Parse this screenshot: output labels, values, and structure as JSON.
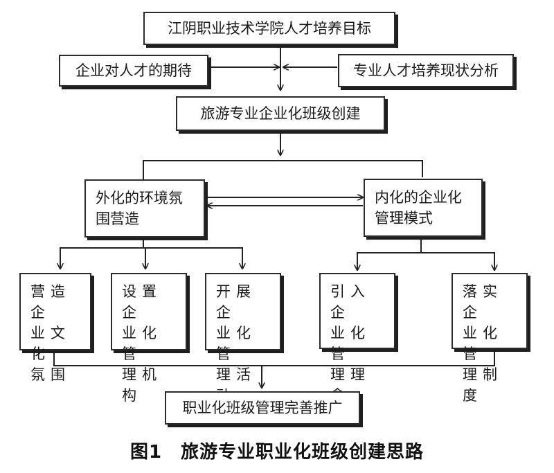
{
  "nodes": {
    "goal": "江阴职业技术学院人才培养目标",
    "expectation": "企业对人才的期待",
    "status_analysis": "专业人才培养现状分析",
    "creation": "旅游专业企业化班级创建",
    "external": [
      "外化的环境氛",
      "围营造"
    ],
    "internal": [
      "内化的企业化",
      "管理模式"
    ],
    "sub1": [
      "营造企",
      "业文化",
      "氛围"
    ],
    "sub2": [
      "设置企",
      "业化管",
      "理机构"
    ],
    "sub3": [
      "开展企",
      "业化管",
      "理活动"
    ],
    "sub4": [
      "引入企",
      "业化管",
      "理理念"
    ],
    "sub5": [
      "落实企",
      "业化管",
      "理制度"
    ],
    "final": "职业化班级管理完善推广"
  },
  "caption": "图1　旅游专业职业化班级创建思路"
}
